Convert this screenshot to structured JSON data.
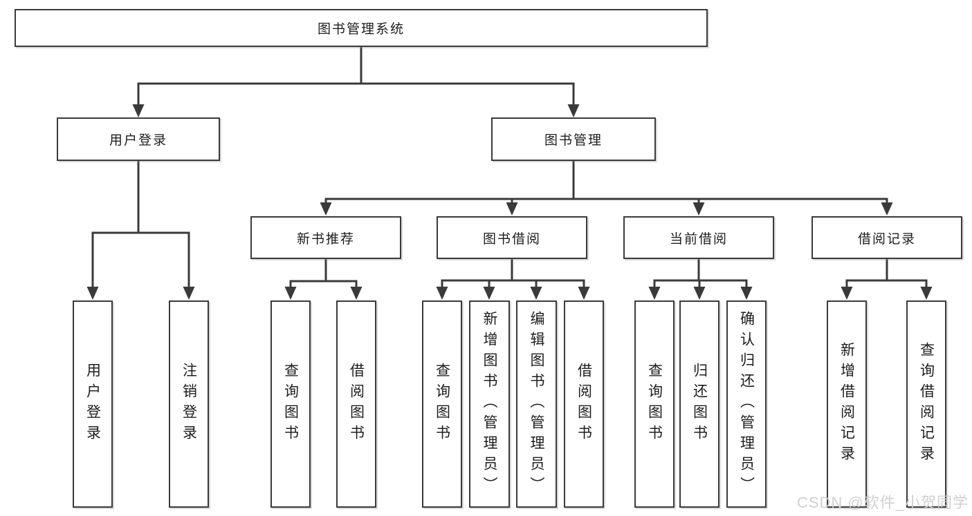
{
  "diagram": {
    "root": {
      "label": "图书管理系统",
      "children": [
        {
          "label": "用户登录",
          "children": [
            {
              "label": "用户登录"
            },
            {
              "label": "注销登录"
            }
          ]
        },
        {
          "label": "图书管理",
          "children": [
            {
              "label": "新书推荐",
              "children": [
                {
                  "label": "查询图书"
                },
                {
                  "label": "借阅图书"
                }
              ]
            },
            {
              "label": "图书借阅",
              "children": [
                {
                  "label": "查询图书"
                },
                {
                  "label": "新增图书（管理员）"
                },
                {
                  "label": "编辑图书（管理员）"
                },
                {
                  "label": "借阅图书"
                }
              ]
            },
            {
              "label": "当前借阅",
              "children": [
                {
                  "label": "查询图书"
                },
                {
                  "label": "归还图书"
                },
                {
                  "label": "确认归还（管理员）"
                }
              ]
            },
            {
              "label": "借阅记录",
              "children": [
                {
                  "label": "新增借阅记录"
                },
                {
                  "label": "查询借阅记录"
                }
              ]
            }
          ]
        }
      ]
    }
  },
  "watermark": {
    "text": "CSDN @软件_小贺同学"
  },
  "colors": {
    "line": "#3a3a3a",
    "box_border": "#3a3a3a",
    "box_background": "#ffffff",
    "text": "#1d1d1d",
    "watermark": "#cdcdcd"
  }
}
